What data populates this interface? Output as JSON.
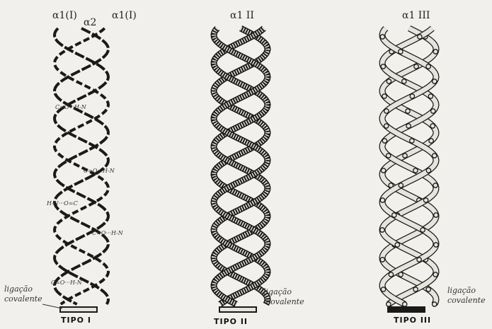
{
  "panels": [
    {
      "strand_labels": [
        "α1(I)",
        "α2",
        "α1(I)"
      ],
      "bond_labels": [
        "C=O···H-N",
        "C=O···H-N",
        "H-N···O=C",
        "C=O···H-N",
        "C=O···H-N"
      ],
      "side_label": [
        "ligação",
        "covalente"
      ],
      "type_label": "TIPO I"
    },
    {
      "strand_labels": [
        "α1 II"
      ],
      "side_label": [
        "ligação",
        "covalente"
      ],
      "type_label": "TIPO II"
    },
    {
      "strand_labels": [
        "α1 III"
      ],
      "side_label": [
        "ligação",
        "covalente"
      ],
      "type_label": "TIPO III"
    }
  ],
  "colors": {
    "background": "#f1f0ec",
    "ink": "#1a1a1a",
    "strand_fill": "#e6e4dd"
  }
}
